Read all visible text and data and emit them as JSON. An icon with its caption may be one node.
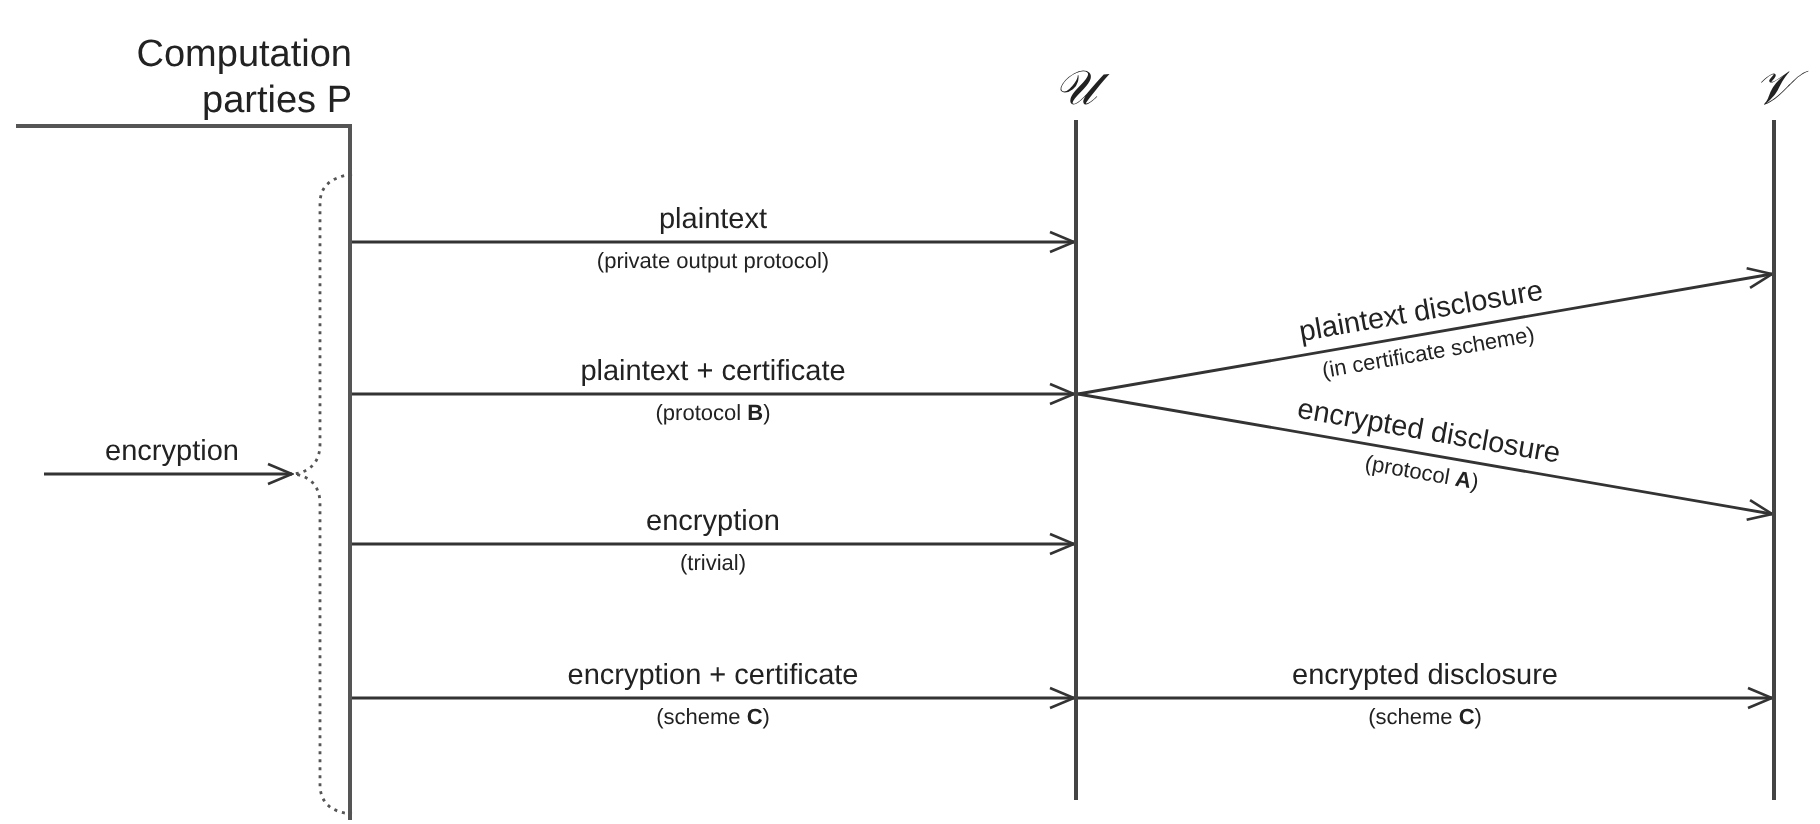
{
  "diagram": {
    "nodes": [
      {
        "text": [
          "Computation parties P"
        ]
      },
      {
        "text": [
          "𝒰"
        ]
      },
      {
        "text": [
          "𝒱"
        ]
      },
      {
        "text": [],
        "shape": "bracket"
      }
    ],
    "edges": [
      {
        "from": 0,
        "to": 1,
        "arrow": "to",
        "label": "plaintext"
      },
      {
        "from": 1,
        "to": 2,
        "arrow": "to",
        "label": "plaintext disclosure"
      },
      {
        "from": 0,
        "to": 1,
        "arrow": "to",
        "label": "plaintext + certificate"
      },
      {
        "from": 1,
        "to": 2,
        "arrow": "to",
        "label": "encrypted disclosure"
      },
      {
        "from": null,
        "to": 3,
        "arrow": "to",
        "label": "encryption"
      },
      {
        "from": 0,
        "to": 1,
        "arrow": "to",
        "label": "encryption"
      },
      {
        "from": 0,
        "to": 1,
        "arrow": "to",
        "label": "encryption + certificate"
      },
      {
        "from": 1,
        "to": 2,
        "arrow": "to",
        "label": "encrypted disclosure"
      }
    ],
    "labels": [
      "(private output protocol)",
      "(in certificate scheme)",
      "(protocol **B**)",
      "(protocol **A**)",
      "(trivial)",
      "(scheme **C**)",
      "(scheme **C**)"
    ]
  }
}
